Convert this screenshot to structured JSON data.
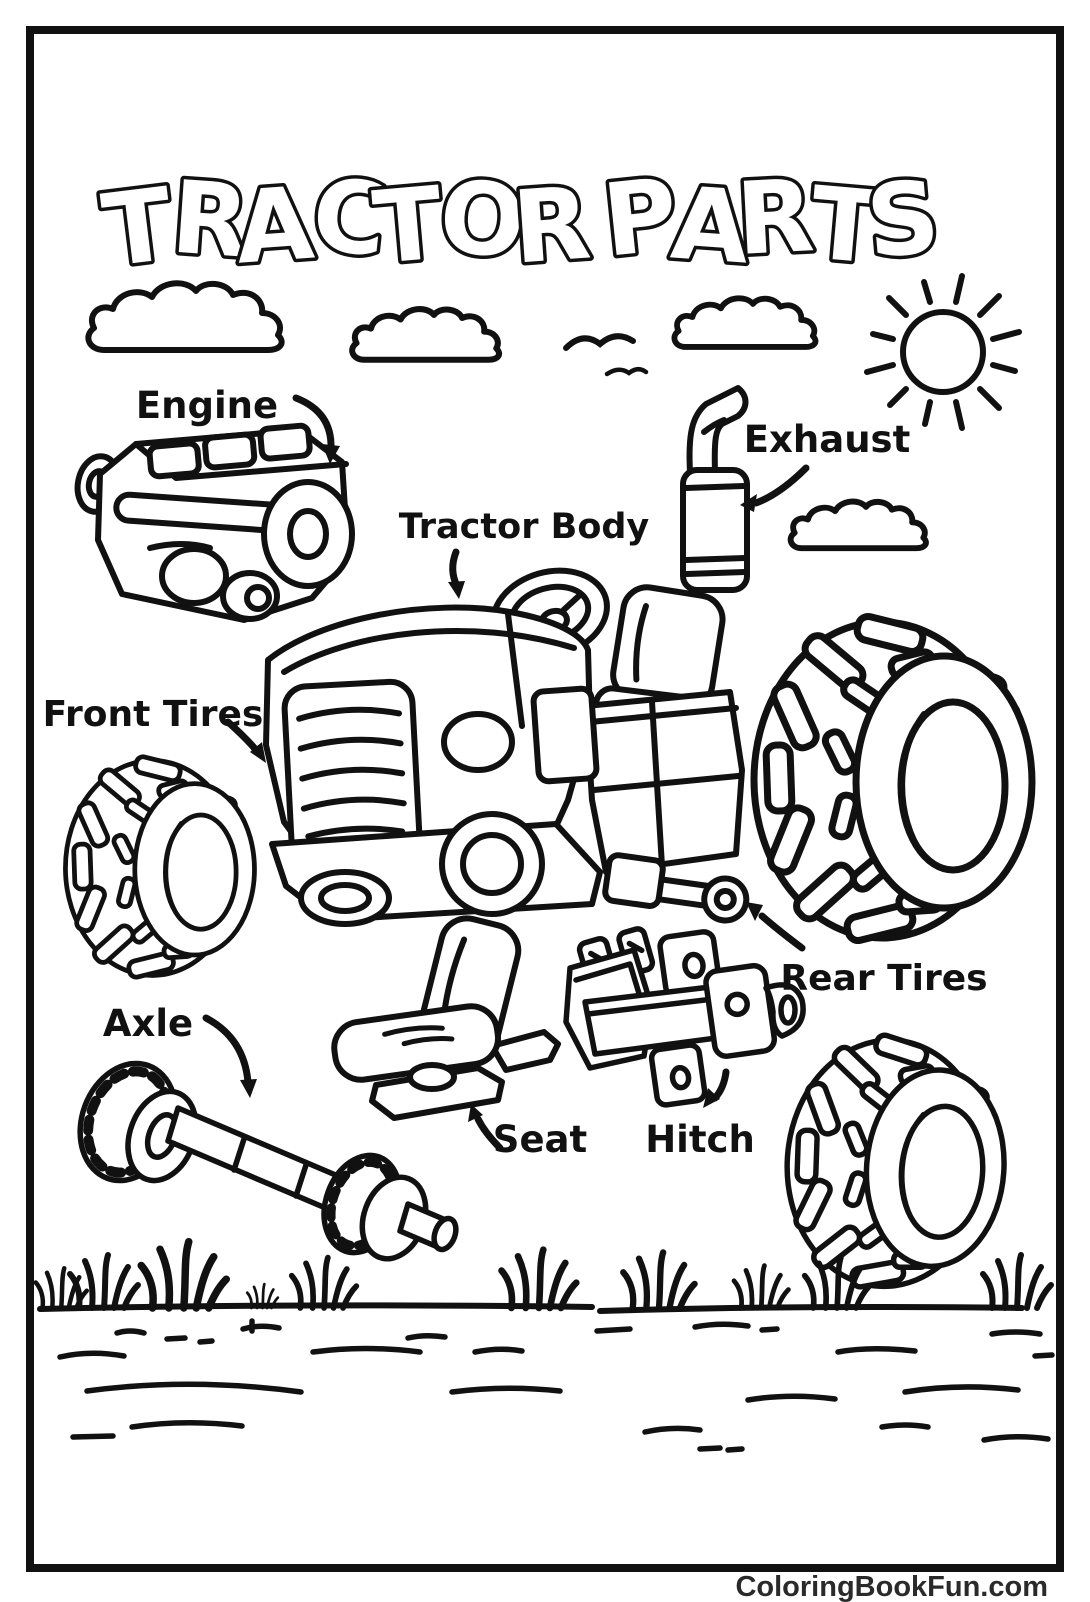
{
  "title": {
    "text": "TRACTOR PARTS",
    "letters": [
      "T",
      "R",
      "A",
      "C",
      "T",
      "O",
      "R",
      "P",
      "A",
      "R",
      "T",
      "S"
    ]
  },
  "parts": [
    {
      "id": "engine",
      "label": "Engine"
    },
    {
      "id": "tractor_body",
      "label": "Tractor Body"
    },
    {
      "id": "exhaust",
      "label": "Exhaust"
    },
    {
      "id": "front_tires",
      "label": "Front Tires"
    },
    {
      "id": "rear_tires",
      "label": "Rear Tires"
    },
    {
      "id": "axle",
      "label": "Axle"
    },
    {
      "id": "seat",
      "label": "Seat"
    },
    {
      "id": "hitch",
      "label": "Hitch"
    }
  ],
  "scene": {
    "sky": [
      "sun",
      "clouds",
      "birds"
    ],
    "ground": [
      "grass-tufts",
      "soil-dashes"
    ],
    "extra_parts": [
      "hitch-pin",
      "second-rear-tire"
    ]
  },
  "footer": {
    "watermark": "ColoringBookFun.com"
  },
  "colors": {
    "ink": "#111111",
    "paper": "#ffffff",
    "watermark_text": "#2a2a2a"
  }
}
